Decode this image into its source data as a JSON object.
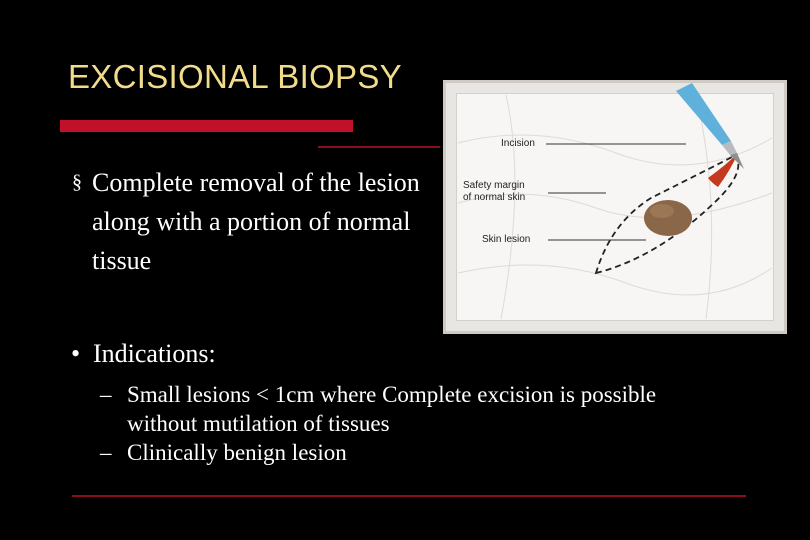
{
  "slide": {
    "title": "EXCISIONAL BIOPSY",
    "bullet1": {
      "marker": "§",
      "text": "Complete removal of the lesion along with a portion of normal tissue"
    },
    "bullet2": {
      "marker": "•",
      "label": "Indications:"
    },
    "sub_items": [
      {
        "dash": "–",
        "text": "Small lesions < 1cm where Complete excision is possible without mutilation of tissues"
      },
      {
        "dash": "–",
        "text": "Clinically benign lesion"
      }
    ]
  },
  "figure": {
    "labels": {
      "incision": "Incision",
      "safety_margin_line1": "Safety margin",
      "safety_margin_line2": "of normal skin",
      "skin_lesion": "Skin lesion"
    }
  },
  "colors": {
    "title": "#f2dc8c",
    "accent_bar": "#c0102a",
    "text": "#ffffff",
    "background": "#000000"
  }
}
